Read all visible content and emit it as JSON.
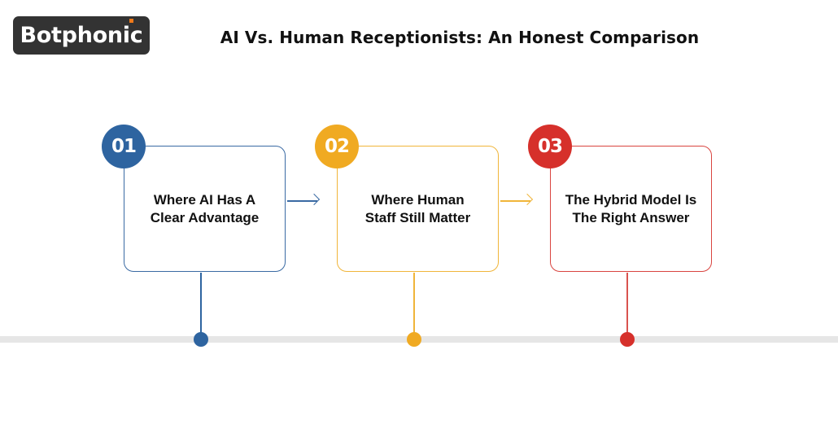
{
  "brand": {
    "name": "Botphonic",
    "background_color": "#333333",
    "accent_color": "#f07a1a"
  },
  "title": "AI Vs. Human Receptionists: An Honest Comparison",
  "steps": [
    {
      "number": "01",
      "label": "Where AI Has A Clear Advantage",
      "line1": "Where AI Has A",
      "line2": "Clear Advantage",
      "color": "#2e64a0"
    },
    {
      "number": "02",
      "label": "Where Human Staff Still Matter",
      "line1": "Where Human",
      "line2": "Staff Still Matter",
      "color": "#f0aa22"
    },
    {
      "number": "03",
      "label": "The Hybrid Model Is The Right Answer",
      "line1": "The Hybrid Model Is",
      "line2": "The Right Answer",
      "color": "#d6302b"
    }
  ],
  "connectors": [
    {
      "from": "01",
      "to": "02",
      "icon": "arrow-right-icon"
    },
    {
      "from": "02",
      "to": "03",
      "icon": "arrow-right-icon"
    }
  ],
  "timeline": {
    "track_color": "#e6e6e6"
  }
}
